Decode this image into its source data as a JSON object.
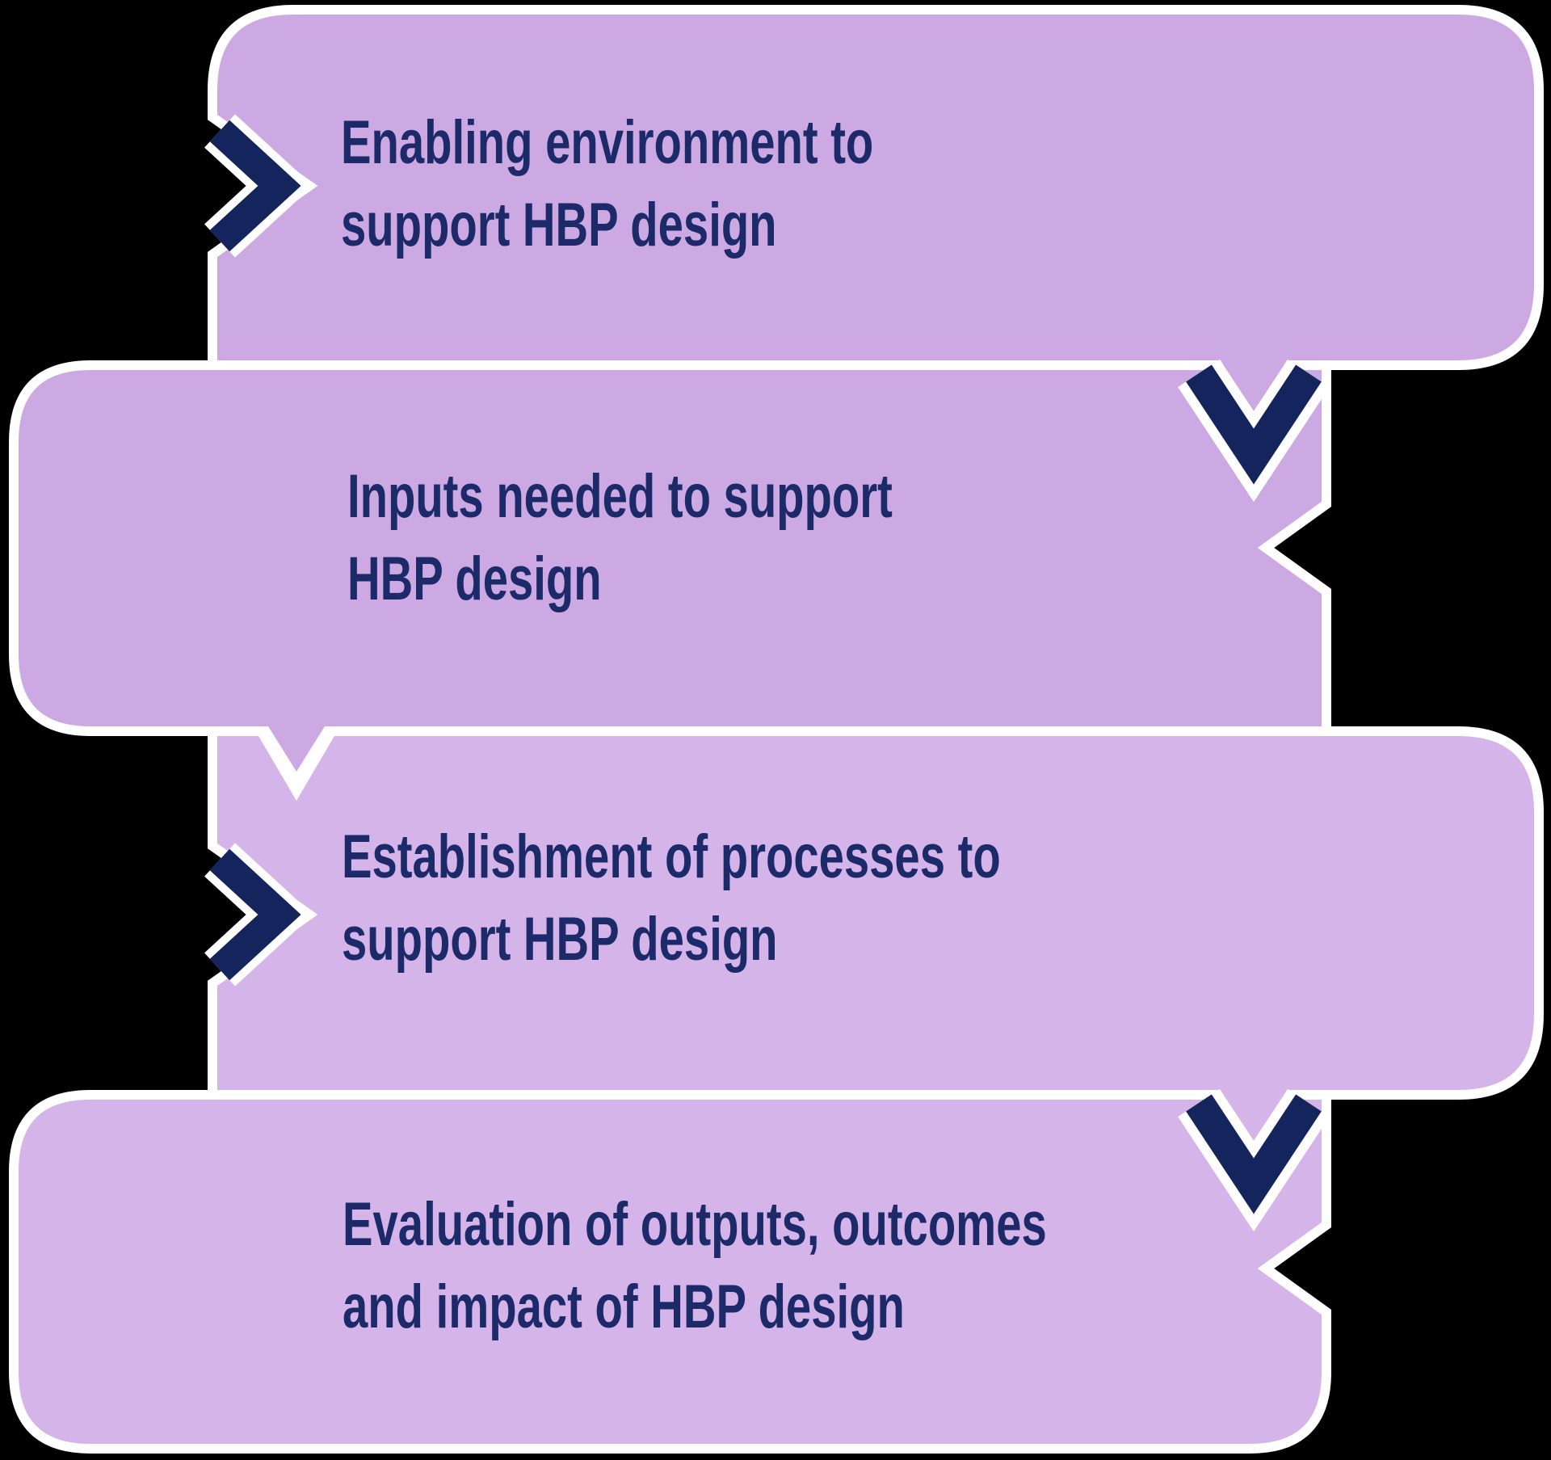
{
  "diagram": {
    "steps": [
      {
        "line1": "Enabling environment to",
        "line2": "support HBP design",
        "marker": "chevron-right-icon"
      },
      {
        "line1": "Inputs needed to support",
        "line2": "HBP design",
        "marker": "none"
      },
      {
        "line1": "Establishment of processes to",
        "line2": "support HBP design",
        "marker": "chevron-right-icon"
      },
      {
        "line1": "Evaluation of outputs, outcomes",
        "line2": "and impact of HBP design",
        "marker": "none"
      }
    ],
    "connectors": [
      {
        "from": 1,
        "to": 2,
        "icon": "chevron-down-icon"
      },
      {
        "from": 2,
        "to": 3,
        "icon": "pointer-tab"
      },
      {
        "from": 3,
        "to": 4,
        "icon": "chevron-down-icon"
      }
    ]
  },
  "colors": {
    "purple_top": "#cda9e3",
    "purple_bottom": "#d4b4e9",
    "navy": "#14245c",
    "outline": "#ffffff",
    "text_navy": "#1c2a69",
    "background": "#000000"
  }
}
